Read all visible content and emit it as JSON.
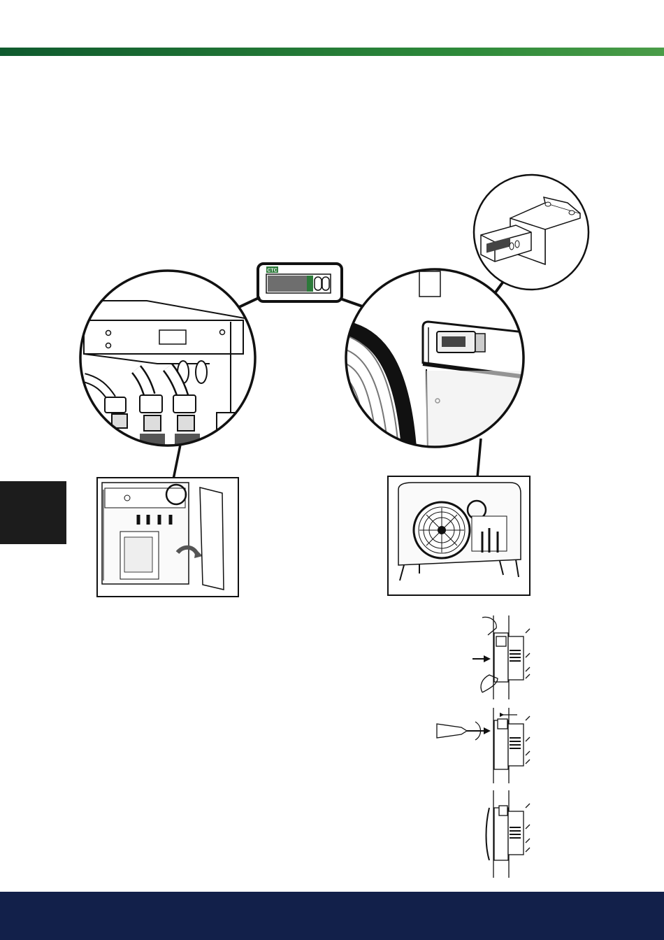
{
  "header": {
    "band_color": "#1d6b34"
  },
  "footer": {
    "band_color": "#12204a"
  },
  "side_tab": {
    "color": "#1c1c1c"
  },
  "controller_panel": {
    "logo_text": "CTC",
    "accent_color": "#2c7a3a",
    "display_color": "#6e6e6e"
  },
  "figures": {
    "indoor_detail": "indoor-unit-detail-callout",
    "outdoor_detail": "outdoor-unit-detail-callout",
    "mounting_steps": 3
  }
}
